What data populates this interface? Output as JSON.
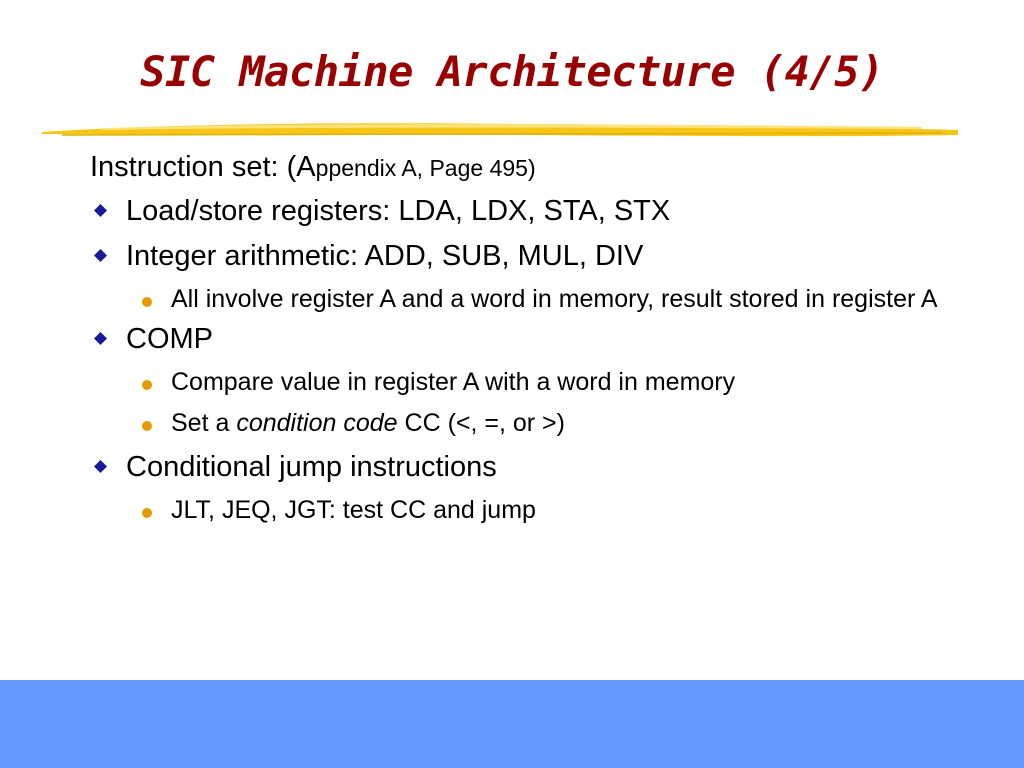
{
  "slide": {
    "title": "SIC Machine Architecture (4/5)",
    "intro": {
      "lead": "Instruction set: (A",
      "small": "ppendix A, Page 495)"
    },
    "items": [
      {
        "level": 1,
        "text": "Load/store registers: LDA, LDX, STA, STX"
      },
      {
        "level": 1,
        "text": "Integer arithmetic: ADD, SUB, MUL, DIV"
      },
      {
        "level": 2,
        "text": "All involve register A and a word in memory, result stored in register A"
      },
      {
        "level": 1,
        "text": "COMP"
      },
      {
        "level": 2,
        "text": "Compare value in register A with a word in memory"
      },
      {
        "level": 2,
        "parts": [
          "Set a ",
          "condition code",
          " CC (<, =, or >)"
        ]
      },
      {
        "level": 1,
        "text": "Conditional jump instructions"
      },
      {
        "level": 2,
        "text": "JLT, JEQ, JGT: test CC and jump"
      }
    ]
  },
  "colors": {
    "title": "#990000",
    "rule": "#f5c518",
    "bullet_l1": "#1a1a99",
    "bullet_l2": "#e69a00",
    "footer": "#6699ff"
  },
  "icons": {
    "bullet_l1": "diamond-bullet-icon",
    "bullet_l2": "round-bullet-icon"
  }
}
